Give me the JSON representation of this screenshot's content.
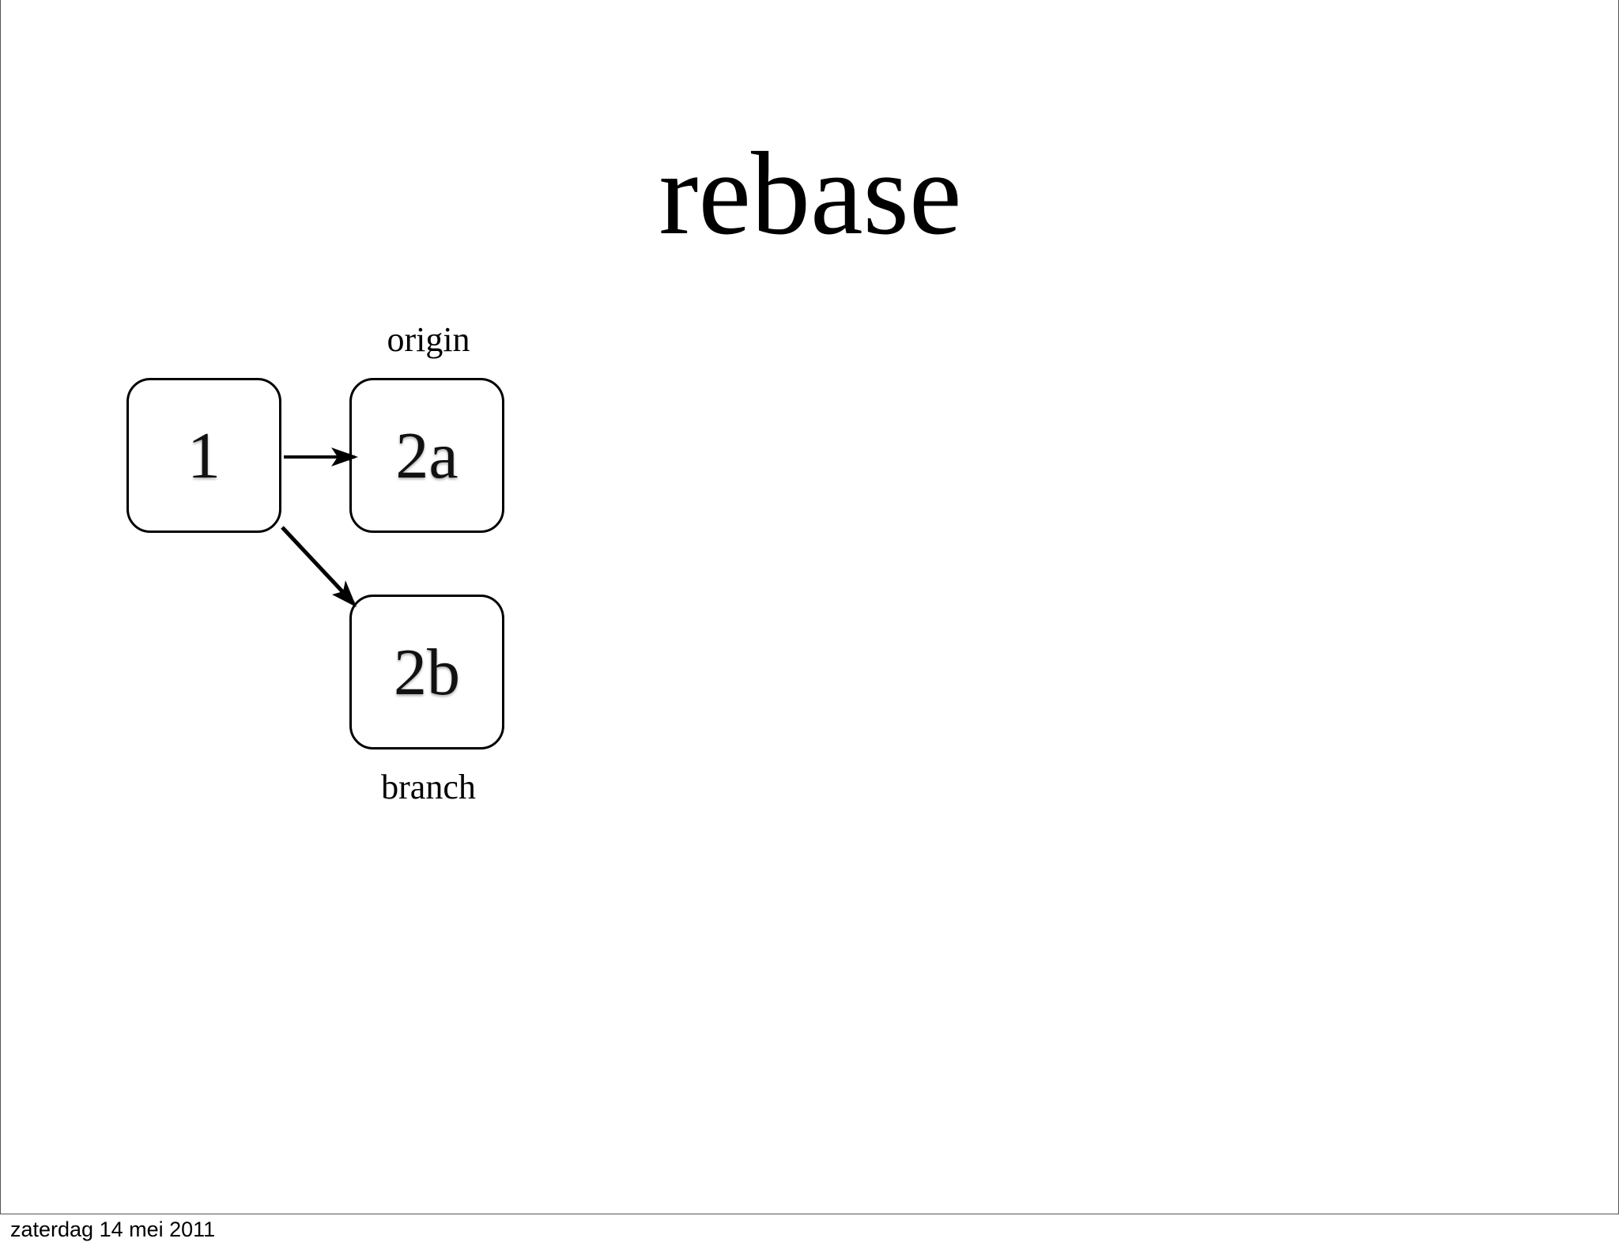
{
  "slide": {
    "title": "rebase",
    "nodes": [
      {
        "id": "1",
        "label": "1"
      },
      {
        "id": "2a",
        "label": "2a",
        "caption": "origin"
      },
      {
        "id": "2b",
        "label": "2b",
        "caption": "branch"
      }
    ],
    "edges": [
      {
        "from": "1",
        "to": "2a"
      },
      {
        "from": "1",
        "to": "2b"
      }
    ]
  },
  "footer": {
    "date": "zaterdag 14 mei 2011"
  }
}
